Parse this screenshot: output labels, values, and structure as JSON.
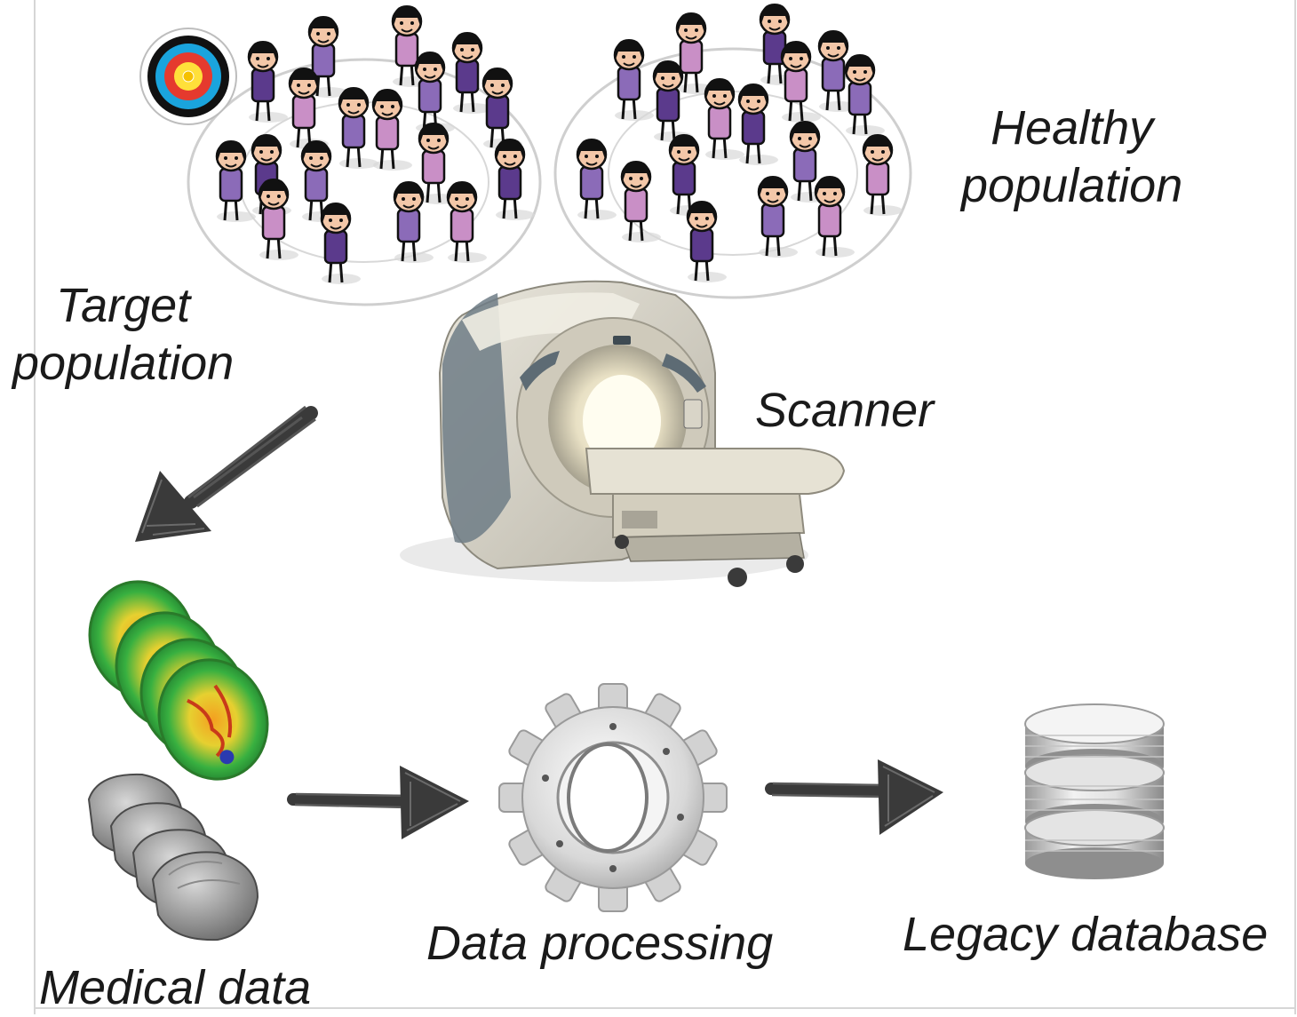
{
  "labels": {
    "healthy_line1": "Healthy",
    "healthy_line2": "population",
    "target_line1": "Target",
    "target_line2": "population",
    "scanner": "Scanner",
    "medical_data": "Medical data",
    "data_processing": "Data processing",
    "legacy_database": "Legacy database"
  },
  "icons": {
    "target": "archery-target-icon",
    "people": "stick-people-icon",
    "scanner": "mri-scanner-icon",
    "brain_maps": "brain-activation-slices-icon",
    "brain_3d": "3d-brain-render-icon",
    "gear": "gear-icon",
    "database": "database-stack-icon",
    "arrow": "sketchy-arrow-icon"
  },
  "colors": {
    "people_purple_dark": "#5b3a8c",
    "people_purple_mid": "#8b6bb8",
    "people_pink": "#c98fc6",
    "skin": "#f3c7a8",
    "arrow": "#3a3a3a"
  }
}
